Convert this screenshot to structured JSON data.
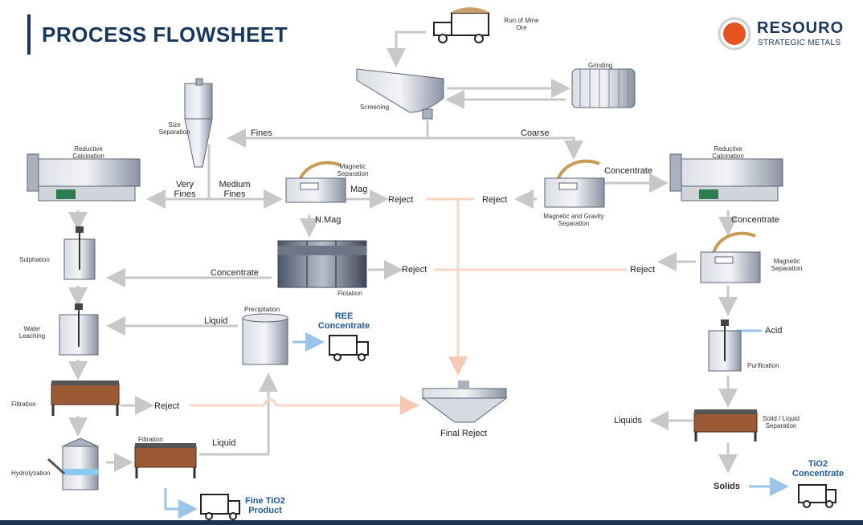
{
  "title": "PROCESS FLOWSHEET",
  "logo": {
    "name": "RESOURO",
    "tagline": "STRATEGIC METALS",
    "brand_color": "#e8521f"
  },
  "colors": {
    "flow_arrow": "#c8c8c8",
    "reject_line": "#f7d6c6",
    "product_arrow": "#9cc3e8",
    "title": "#17365d"
  },
  "units": {
    "rom": "Run of Mine\nOre",
    "grinding": "Grinding",
    "screening": "Screening",
    "size_separation": "Size\nSeparation",
    "reductive_calcination_left": "Reductive\nCalcination",
    "magnetic_separation_1": "Magnetic\nSeparation",
    "magnetic_gravity": "Magnetic and Gravity\nSeparation",
    "reductive_calcination_right": "Reductive\nCalcination",
    "sulphation": "Sulphation",
    "flotation": "Flotation",
    "magnetic_separation_2": "Magnetic\nSeparation",
    "water_leaching": "Water\nLeaching",
    "precipitation": "Precipitation",
    "purification": "Purification",
    "filtration_left": "Filtration",
    "final_reject": "Final Reject",
    "solid_liquid": "Solid / Liquid\nSeparation",
    "hydrolyzation": "Hydrolyzation",
    "filtration_bottom": "Filtration"
  },
  "flows": {
    "fines": "Fines",
    "coarse": "Coarse",
    "very_fines": "Very\nFines",
    "medium_fines": "Medium\nFines",
    "mag": "Mag",
    "reject_1": "Reject",
    "reject_2": "Reject",
    "concentrate_1": "Concentrate",
    "concentrate_2": "Concentrate",
    "n_mag": "N.Mag",
    "concentrate_3": "Concentrate",
    "reject_3": "Reject",
    "reject_4": "Reject",
    "liquid_1": "Liquid",
    "acid": "Acid",
    "reject_5": "Reject",
    "liquids": "Liquids",
    "liquid_2": "Liquid",
    "solids": "Solids"
  },
  "products": {
    "ree": "REE\nConcentrate",
    "tio2": "TiO2\nConcentrate",
    "fine_tio2": "Fine TiO2\nProduct"
  }
}
